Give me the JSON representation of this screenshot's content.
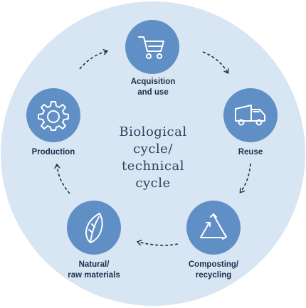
{
  "diagram": {
    "center_lines": [
      "Biological",
      "cycle/",
      "technical",
      "cycle"
    ],
    "nodes": [
      {
        "id": "acquisition",
        "label": "Acquisition\nand use",
        "icon": "shopping-cart-icon"
      },
      {
        "id": "reuse",
        "label": "Reuse",
        "icon": "truck-icon"
      },
      {
        "id": "composting",
        "label": "Composting/\nrecycling",
        "icon": "recycling-triangle-icon"
      },
      {
        "id": "natural",
        "label": "Natural/\nraw materials",
        "icon": "leaf-icon"
      },
      {
        "id": "production",
        "label": "Production",
        "icon": "gear-icon"
      }
    ],
    "colors": {
      "background_circle": "#d8e6f3",
      "node_fill": "#5f8fc4",
      "icon_stroke": "#ffffff",
      "arrow": "#1f2f4a",
      "text": "#1f2f4a"
    }
  }
}
